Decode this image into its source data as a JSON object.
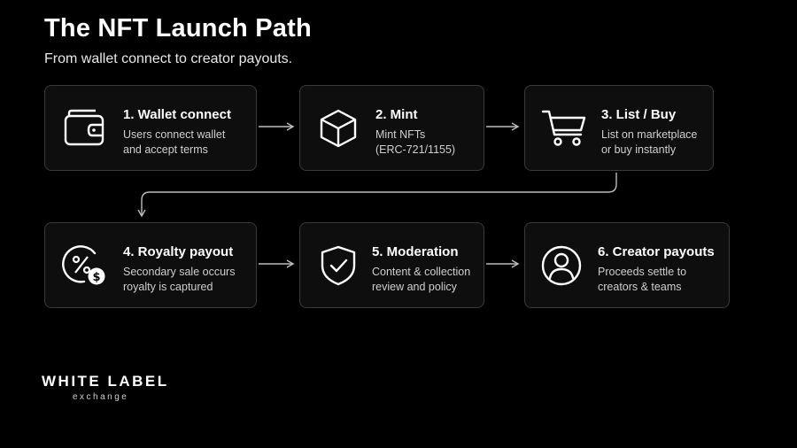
{
  "header": {
    "title": "The NFT Launch Path",
    "subtitle": "From wallet connect to creator payouts."
  },
  "steps": [
    {
      "title": "1. Wallet connect",
      "desc_line1": "Users connect wallet",
      "desc_line2": "and accept terms",
      "icon": "wallet-icon"
    },
    {
      "title": "2. Mint",
      "desc_line1": "Mint NFTs",
      "desc_line2": "(ERC-721/1155)",
      "icon": "cube-icon"
    },
    {
      "title": "3. List / Buy",
      "desc_line1": "List on marketplace",
      "desc_line2": "or buy instantly",
      "icon": "shopping-cart-icon"
    },
    {
      "title": "4. Royalty payout",
      "desc_line1": "Secondary sale occurs",
      "desc_line2": "royalty is captured",
      "icon": "royalty-percent-icon"
    },
    {
      "title": "5. Moderation",
      "desc_line1": "Content & collection",
      "desc_line2": "review and policy",
      "icon": "shield-check-icon"
    },
    {
      "title": "6. Creator payouts",
      "desc_line1": "Proceeds settle to",
      "desc_line2": "creators & teams",
      "icon": "user-circle-icon"
    }
  ],
  "logo": {
    "main": "WHITE LABEL",
    "sub": "exchange"
  },
  "colors": {
    "background": "#000000",
    "card_border": "#3a3a3a",
    "text": "#ffffff",
    "connector": "#bdbdbd"
  }
}
